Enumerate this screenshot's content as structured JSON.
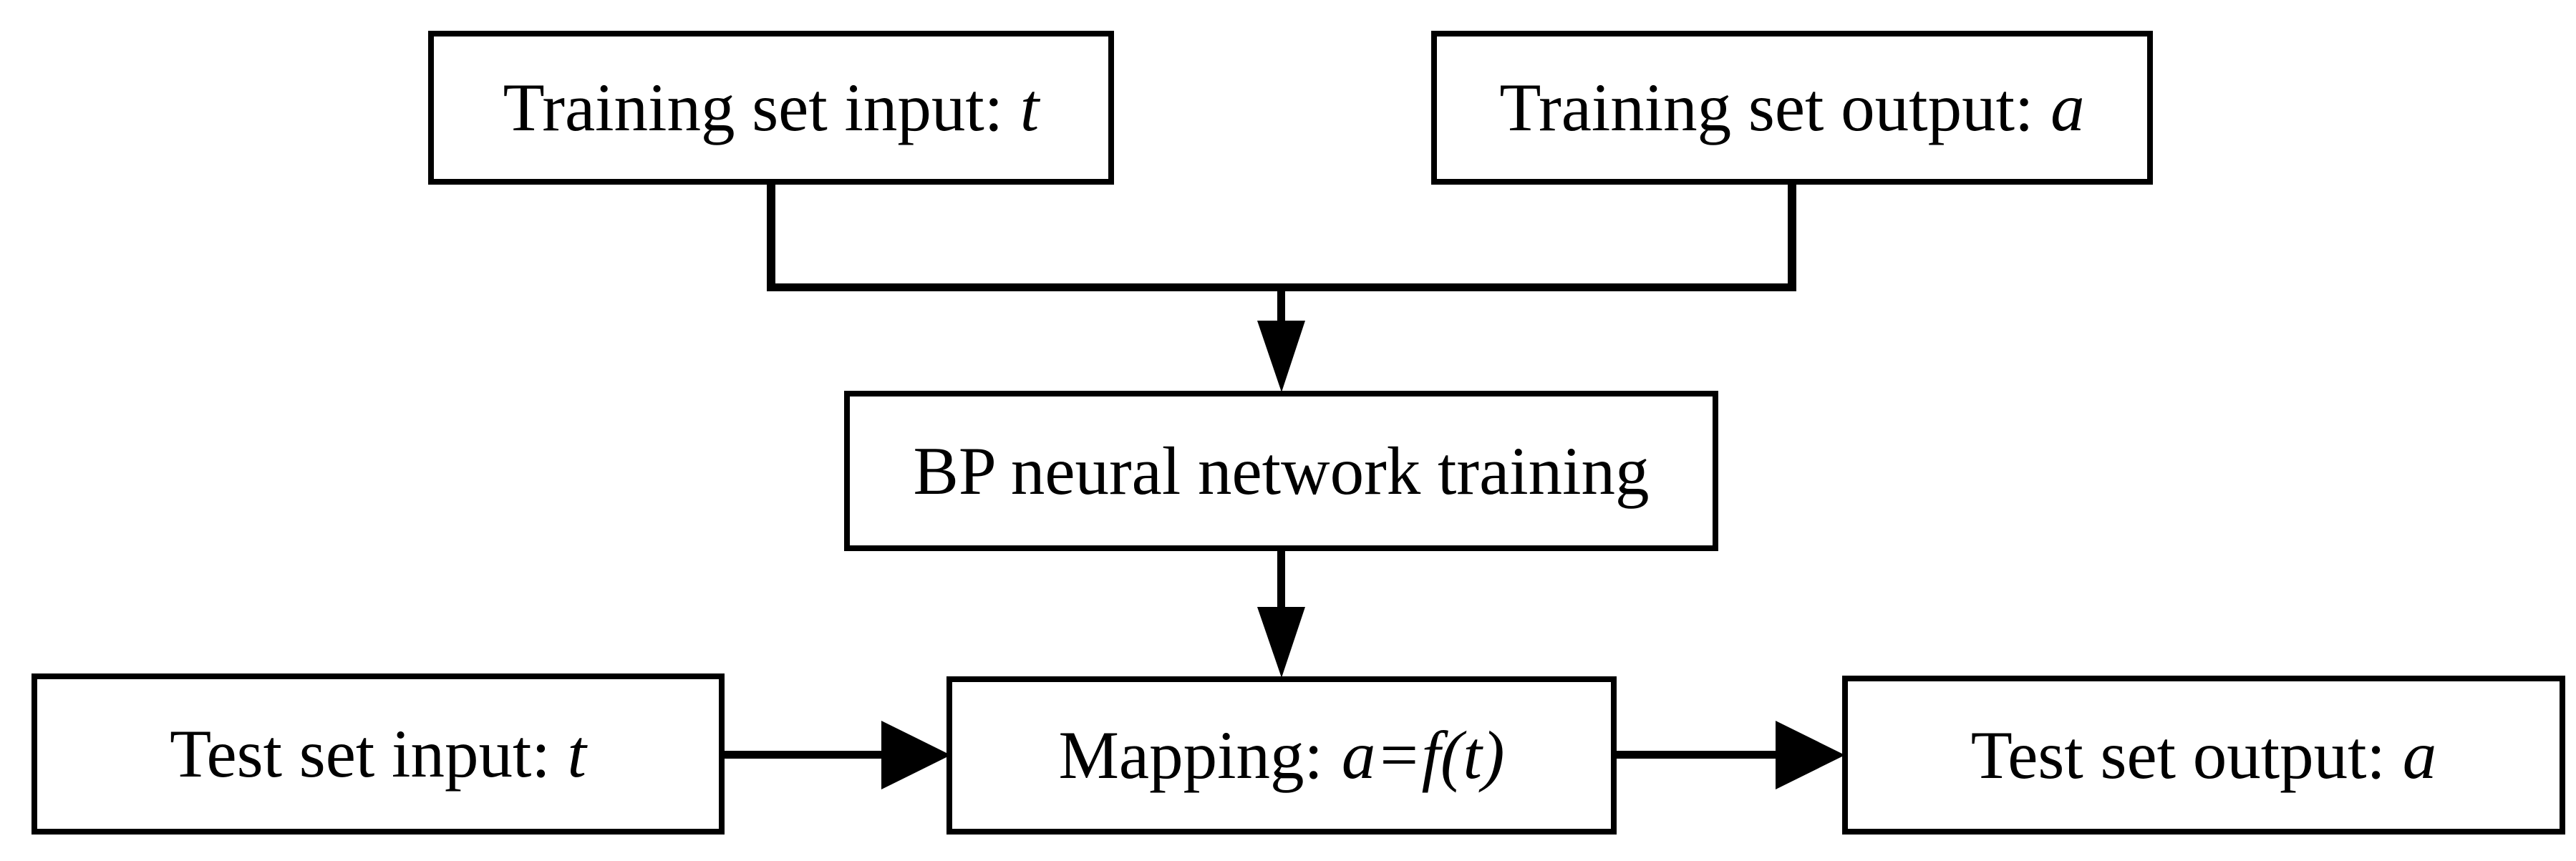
{
  "diagram": {
    "type": "flowchart",
    "background_color": "#ffffff",
    "line_color": "#000000",
    "boxes": {
      "training_input": {
        "text": "Training set input: ",
        "var": "t"
      },
      "training_output": {
        "text": "Training set output: ",
        "var": "a"
      },
      "bp_training": {
        "text": "BP neural network training"
      },
      "mapping": {
        "text": "Mapping:",
        "formula": "a=f(t)"
      },
      "test_input": {
        "text": "Test set input: ",
        "var": "t"
      },
      "test_output": {
        "text": "Test set output: ",
        "var": "a"
      }
    },
    "edges": [
      "training_input -> bp_training",
      "training_output -> bp_training",
      "bp_training -> mapping",
      "test_input -> mapping",
      "mapping -> test_output"
    ]
  }
}
